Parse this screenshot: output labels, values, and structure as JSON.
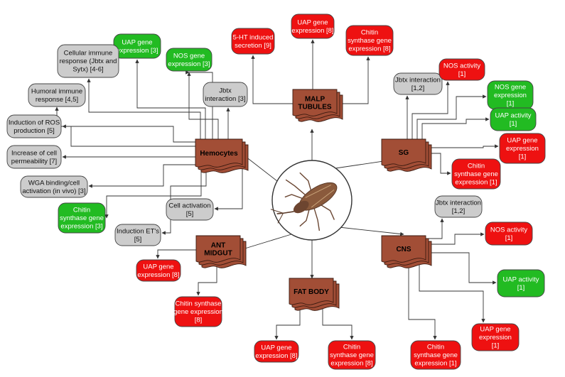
{
  "colors": {
    "up": "#ee1111",
    "down": "#22bb22",
    "neutral": "#cccccc",
    "hub": "#a24e36",
    "line": "#333333"
  },
  "center": {
    "image": "kissing-bug-illustration"
  },
  "hubs": [
    {
      "id": "malp",
      "lines": [
        "MALP",
        "TUBULES"
      ]
    },
    {
      "id": "sg",
      "lines": [
        "SG"
      ]
    },
    {
      "id": "hemo",
      "lines": [
        "Hemocytes"
      ]
    },
    {
      "id": "ant",
      "lines": [
        "ANT",
        "MIDGUT"
      ]
    },
    {
      "id": "fat",
      "lines": [
        "FAT BODY"
      ]
    },
    {
      "id": "cns",
      "lines": [
        "CNS"
      ]
    }
  ],
  "nodes": [
    {
      "id": "m1",
      "hub": "malp",
      "status": "up",
      "lines": [
        "5-HT induced",
        "secretion [9]"
      ]
    },
    {
      "id": "m2",
      "hub": "malp",
      "status": "up",
      "lines": [
        "UAP gene",
        "expression [8]"
      ]
    },
    {
      "id": "m3",
      "hub": "malp",
      "status": "up",
      "lines": [
        "Chitin",
        "synthase gene",
        "expression [8]"
      ]
    },
    {
      "id": "s1",
      "hub": "sg",
      "status": "neutral",
      "lines": [
        "Jbtx interaction",
        "[1,2]"
      ]
    },
    {
      "id": "s2",
      "hub": "sg",
      "status": "up",
      "lines": [
        "NOS activity",
        "[1]"
      ]
    },
    {
      "id": "s3",
      "hub": "sg",
      "status": "down",
      "lines": [
        "NOS gene",
        "expression",
        "[1]"
      ]
    },
    {
      "id": "s4",
      "hub": "sg",
      "status": "down",
      "lines": [
        "UAP activity",
        "[1]"
      ]
    },
    {
      "id": "s5",
      "hub": "sg",
      "status": "up",
      "lines": [
        "UAP gene",
        "expression",
        "[1]"
      ]
    },
    {
      "id": "s6",
      "hub": "sg",
      "status": "up",
      "lines": [
        "Chitin",
        "synthase gene",
        "expression [1]"
      ]
    },
    {
      "id": "h1",
      "hub": "hemo",
      "status": "down",
      "lines": [
        "UAP gene",
        "expression [3]"
      ]
    },
    {
      "id": "h2",
      "hub": "hemo",
      "status": "down",
      "lines": [
        "NOS gene",
        "expression [3]"
      ]
    },
    {
      "id": "h3",
      "hub": "hemo",
      "status": "neutral",
      "lines": [
        "Cellular immune",
        "response (Jbtx and",
        "Sytx) [4-6]"
      ]
    },
    {
      "id": "h4",
      "hub": "hemo",
      "status": "neutral",
      "lines": [
        "Jbtx",
        "interaction [3]"
      ]
    },
    {
      "id": "h5",
      "hub": "hemo",
      "status": "neutral",
      "lines": [
        "Humoral immune",
        "response [4,5]"
      ]
    },
    {
      "id": "h6",
      "hub": "hemo",
      "status": "neutral",
      "lines": [
        "Induction of ROS",
        "production [5]"
      ]
    },
    {
      "id": "h7",
      "hub": "hemo",
      "status": "neutral",
      "lines": [
        "Increase of cell",
        "permeability [7]"
      ]
    },
    {
      "id": "h8",
      "hub": "hemo",
      "status": "neutral",
      "lines": [
        "WGA binding/cell",
        "activation (in vivo) [3]"
      ]
    },
    {
      "id": "h9",
      "hub": "hemo",
      "status": "neutral",
      "lines": [
        "Cell activation",
        "[5]"
      ]
    },
    {
      "id": "h10",
      "hub": "hemo",
      "status": "down",
      "lines": [
        "Chitin",
        "synthase gene",
        "expression [3]"
      ]
    },
    {
      "id": "h11",
      "hub": "hemo",
      "status": "neutral",
      "lines": [
        "Induction ET's",
        "[5]"
      ]
    },
    {
      "id": "a1",
      "hub": "ant",
      "status": "up",
      "lines": [
        "UAP gene",
        "expression [8]"
      ]
    },
    {
      "id": "a2",
      "hub": "ant",
      "status": "up",
      "lines": [
        "Chitin synthase",
        "gene expression",
        "[8]"
      ]
    },
    {
      "id": "f1",
      "hub": "fat",
      "status": "up",
      "lines": [
        "UAP gene",
        "expression [8]"
      ]
    },
    {
      "id": "f2",
      "hub": "fat",
      "status": "up",
      "lines": [
        "Chitin",
        "synthase gene",
        "expression [8]"
      ]
    },
    {
      "id": "c1",
      "hub": "cns",
      "status": "neutral",
      "lines": [
        "Jbtx interaction",
        "[1,2]"
      ]
    },
    {
      "id": "c2",
      "hub": "cns",
      "status": "up",
      "lines": [
        "NOS activity",
        "[1]"
      ]
    },
    {
      "id": "c3",
      "hub": "cns",
      "status": "down",
      "lines": [
        "UAP activity",
        "[1]"
      ]
    },
    {
      "id": "c4",
      "hub": "cns",
      "status": "up",
      "lines": [
        "Chitin",
        "synthase gene",
        "expression [1]"
      ]
    },
    {
      "id": "c5",
      "hub": "cns",
      "status": "up",
      "lines": [
        "UAP gene",
        "expression",
        "[1]"
      ]
    }
  ]
}
